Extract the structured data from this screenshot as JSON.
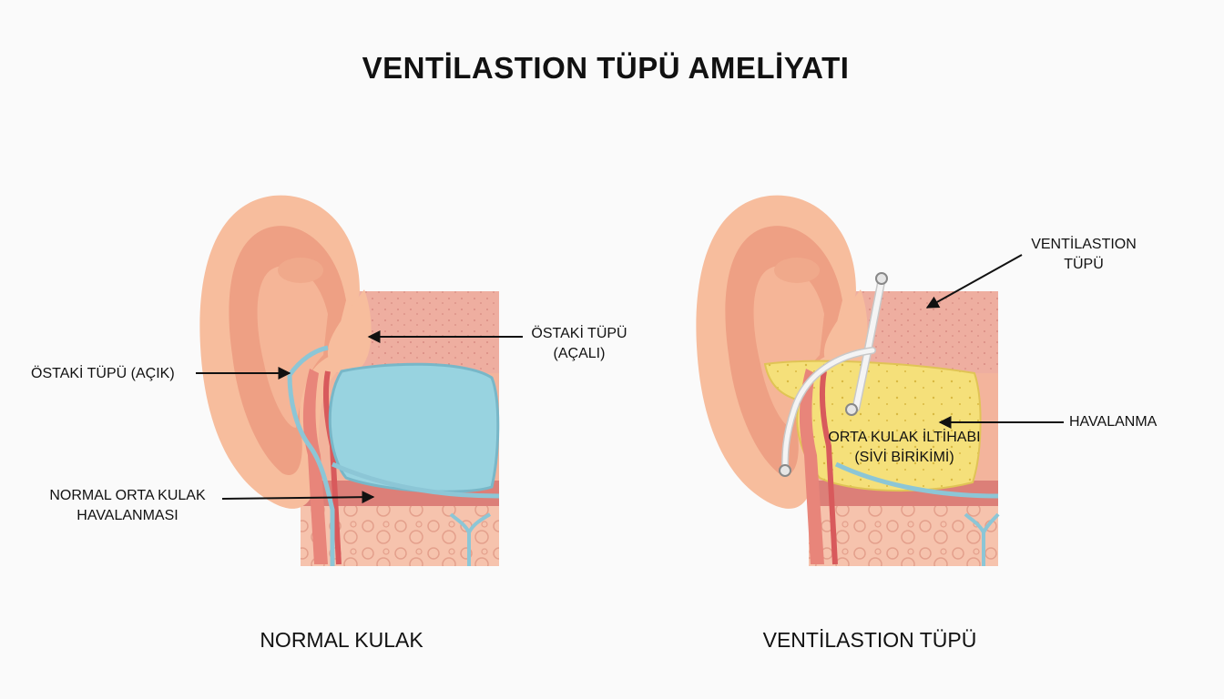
{
  "title": "VENTİLASTION TÜPÜ AMELİYATI",
  "panels": {
    "normal": {
      "caption": "NORMAL KULAK",
      "labels": {
        "eustachian_open": "ÖSTAKİ TÜPÜ (AÇIK)",
        "eustachian_angled_line1": "ÖSTAKİ TÜPÜ",
        "eustachian_angled_line2": "(AÇALI)",
        "ventilation_line1": "NORMAL ORTA KULAK",
        "ventilation_line2": "HAVALANMASI"
      }
    },
    "tube": {
      "caption": "VENTİLASTION TÜPÜ",
      "labels": {
        "tube_line1": "VENTİLASTION",
        "tube_line2": "TÜPÜ",
        "aeration": "HAVALANMA",
        "otitis_line1": "ORTA KULAK İLTİHABI",
        "otitis_line2": "(SİVİ BİRİKİMİ)"
      }
    }
  },
  "colors": {
    "skin": "#f7bd9d",
    "skin_dark": "#eea084",
    "tissue": "#eeaea0",
    "tissue_dark": "#e0877d",
    "air_blue": "#98d3e0",
    "fluid_yellow": "#f5e07a",
    "red_canal": "#d85a5c",
    "bone": "#f4c2ad"
  }
}
